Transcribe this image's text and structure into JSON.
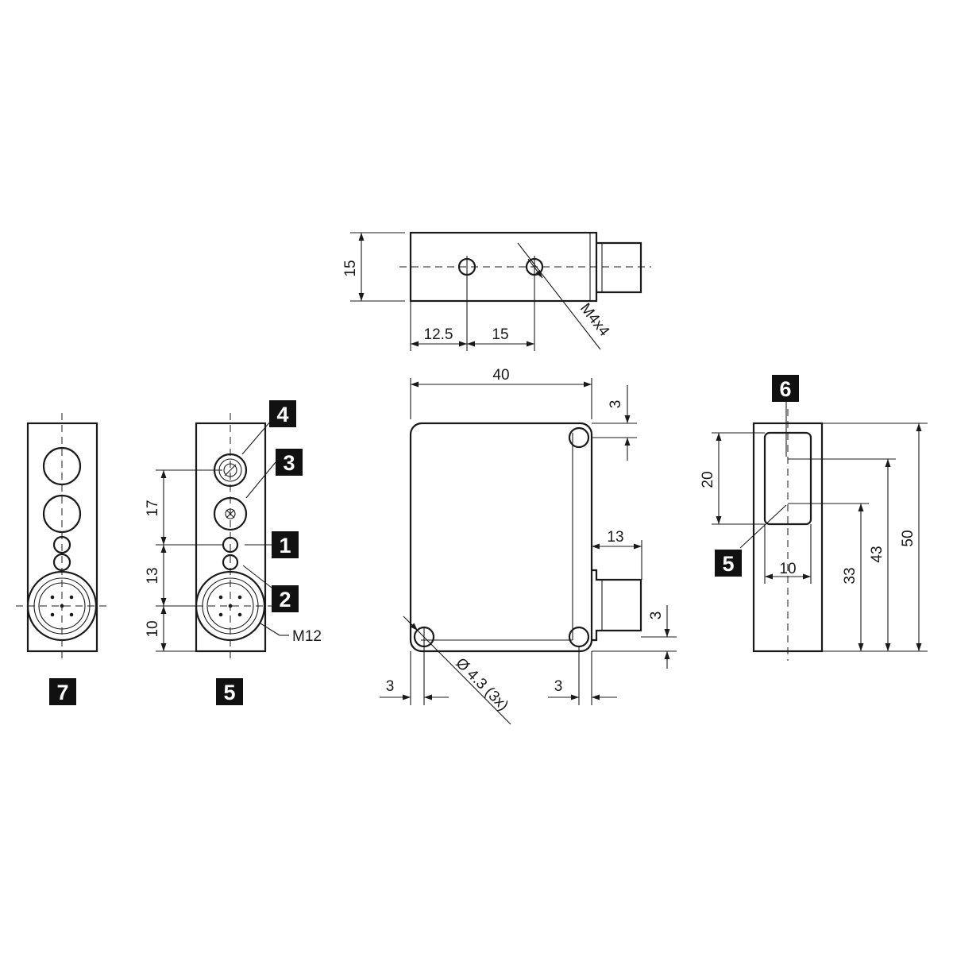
{
  "dimensions": {
    "top_height": "15",
    "top_offset_1": "12.5",
    "top_offset_2": "15",
    "thread": "M4x4",
    "front_width": "40",
    "front_top_offset": "3",
    "connector_offset": "13",
    "connector_bottom_offset": "3",
    "hole_left_offset": "3",
    "hole_right_offset": "3",
    "hole_diameter": "Ø 4.3 (3x)",
    "left_17": "17",
    "left_13": "13",
    "left_10": "10",
    "connector_type": "M12",
    "right_20": "20",
    "right_10": "10",
    "right_33": "33",
    "right_43": "43",
    "right_50": "50"
  },
  "callouts": {
    "c1": "1",
    "c2": "2",
    "c3": "3",
    "c4": "4",
    "c5_side": "5",
    "c5_right": "5",
    "c6": "6",
    "c7": "7"
  },
  "colors": {
    "line": "#1a1a1a",
    "badge": "#111111",
    "background": "#ffffff"
  }
}
